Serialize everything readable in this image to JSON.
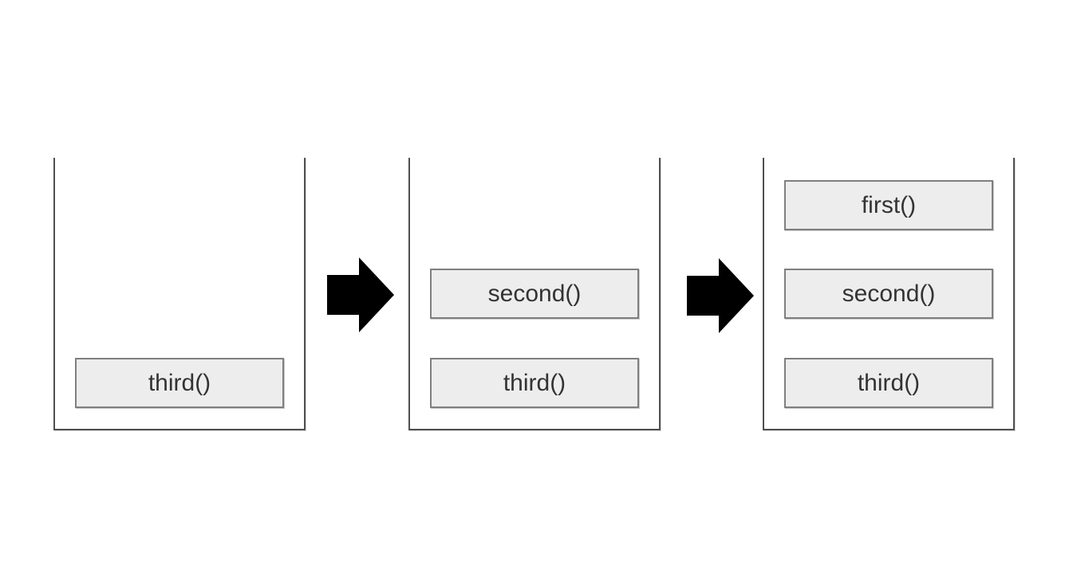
{
  "diagram": {
    "title": "call-stack-progression",
    "background_color": "#ffffff",
    "wall_color": "#4f4f4f",
    "frame_fill_color": "#ededed",
    "frame_border_color": "#7f7f7f",
    "frame_text_color": "#333333",
    "arrow_color": "#000000",
    "arrow_icon": "right-block-arrow",
    "stacks": [
      {
        "name": "stack-1",
        "frames": [
          "third()"
        ]
      },
      {
        "name": "stack-2",
        "frames": [
          "second()",
          "third()"
        ]
      },
      {
        "name": "stack-3",
        "frames": [
          "first()",
          "second()",
          "third()"
        ]
      }
    ]
  }
}
